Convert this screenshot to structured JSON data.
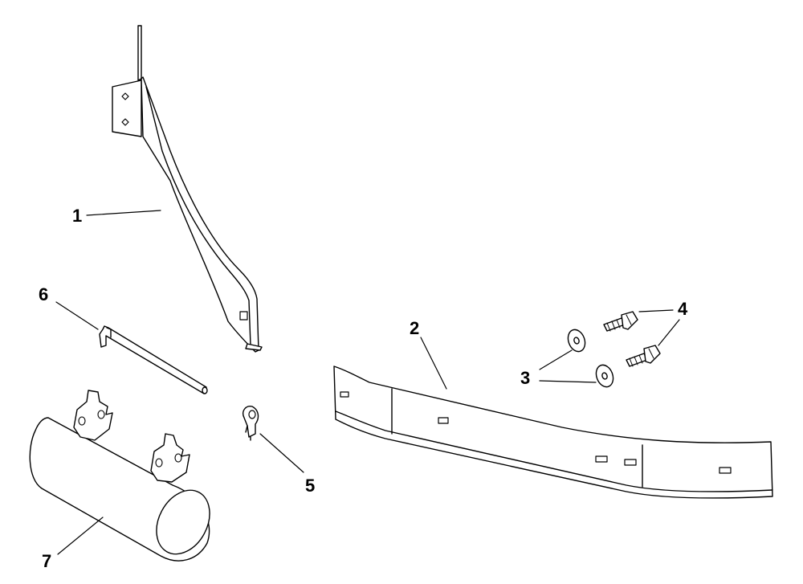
{
  "diagram": {
    "line_color": "#000000",
    "fill_color": "#ffffff",
    "callouts": [
      {
        "id": "1",
        "label": "1",
        "part": "support-bracket"
      },
      {
        "id": "2",
        "label": "2",
        "part": "curved-shield"
      },
      {
        "id": "3",
        "label": "3",
        "part": "washers"
      },
      {
        "id": "4",
        "label": "4",
        "part": "bolts"
      },
      {
        "id": "5",
        "label": "5",
        "part": "cotter-clip"
      },
      {
        "id": "6",
        "label": "6",
        "part": "rod"
      },
      {
        "id": "7",
        "label": "7",
        "part": "muffler"
      }
    ]
  }
}
